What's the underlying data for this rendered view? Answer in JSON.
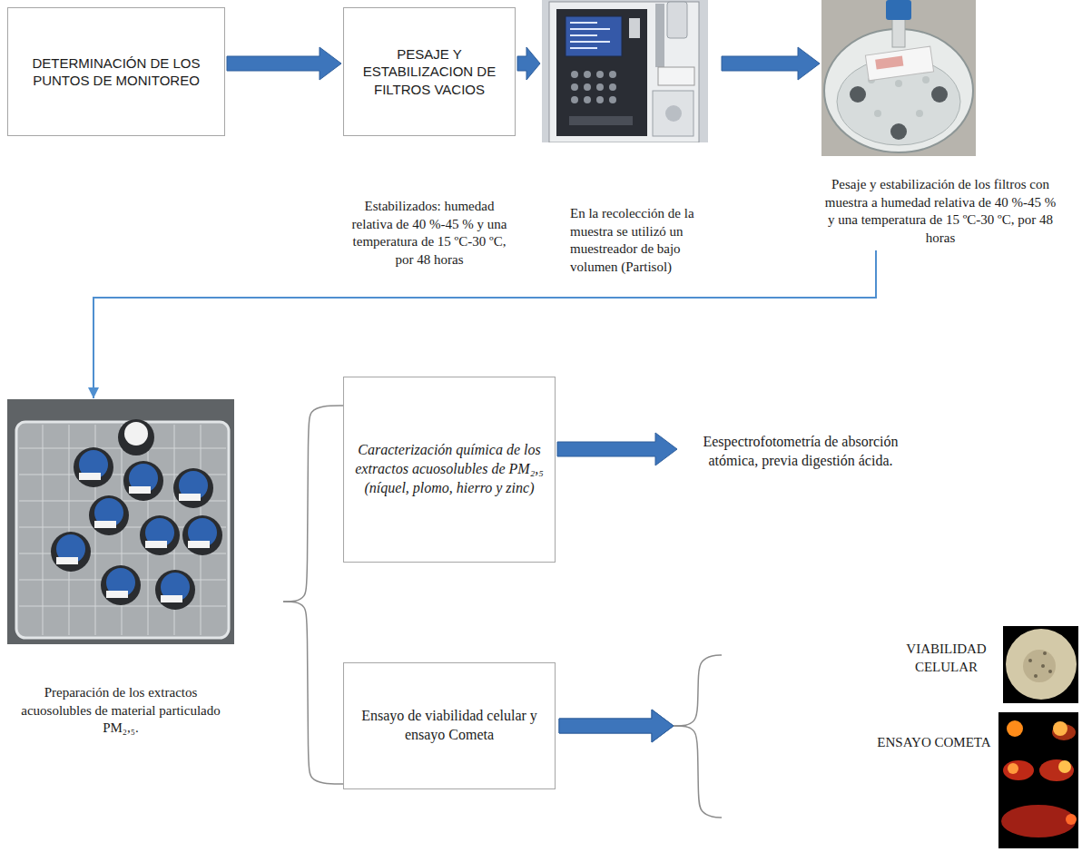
{
  "diagram": {
    "nodes": [
      {
        "text": [
          "DETERMINACIÓN DE LOS PUNTOS DE MONITOREO"
        ]
      },
      {
        "text": [
          "PESAJE Y ESTABILIZACION DE FILTROS VACIOS"
        ]
      },
      {
        "text": [
          "En la recolección de la muestra se utilizó un muestreador de bajo volumen (Partisol)"
        ]
      },
      {
        "text": [
          "Pesaje y estabilización de los filtros con muestra a humedad relativa de 40 %-45 % y una temperatura de 15 ºC-30 ºC, por 48 horas"
        ]
      },
      {
        "text": [
          "Preparación de los extractos acuosolubles de material particulado PM₂,₅."
        ]
      },
      {
        "text": [
          "Caracterización química de los extractos acuosolubles de PM₂,₅ (níquel, plomo, hierro y zinc)"
        ]
      },
      {
        "text": [
          "Eespectrofotometría de absorción atómica, previa digestión ácida."
        ]
      },
      {
        "text": [
          "Ensayo de viabilidad celular y ensayo Cometa"
        ]
      },
      {
        "text": [
          "VIABILIDAD CELULAR"
        ]
      },
      {
        "text": [
          "ENSAYO COMETA"
        ]
      }
    ],
    "edges": [
      {
        "from": 0,
        "to": 1,
        "arrow": "to"
      },
      {
        "from": 1,
        "to": 2,
        "arrow": "to"
      },
      {
        "from": 2,
        "to": 3,
        "arrow": "to"
      },
      {
        "from": 3,
        "to": 4,
        "arrow": "to"
      },
      {
        "from": 4,
        "to": 5,
        "arrow": "none"
      },
      {
        "from": 4,
        "to": 7,
        "arrow": "none"
      },
      {
        "from": 5,
        "to": 6,
        "arrow": "to"
      },
      {
        "from": 7,
        "to": 8,
        "arrow": "to"
      },
      {
        "from": 7,
        "to": 9,
        "arrow": "to"
      }
    ],
    "labels": [
      "Estabilizados: humedad relativa de 40 %-45 % y una temperatura de 15 ºC-30 ºC, por 48 horas"
    ]
  }
}
